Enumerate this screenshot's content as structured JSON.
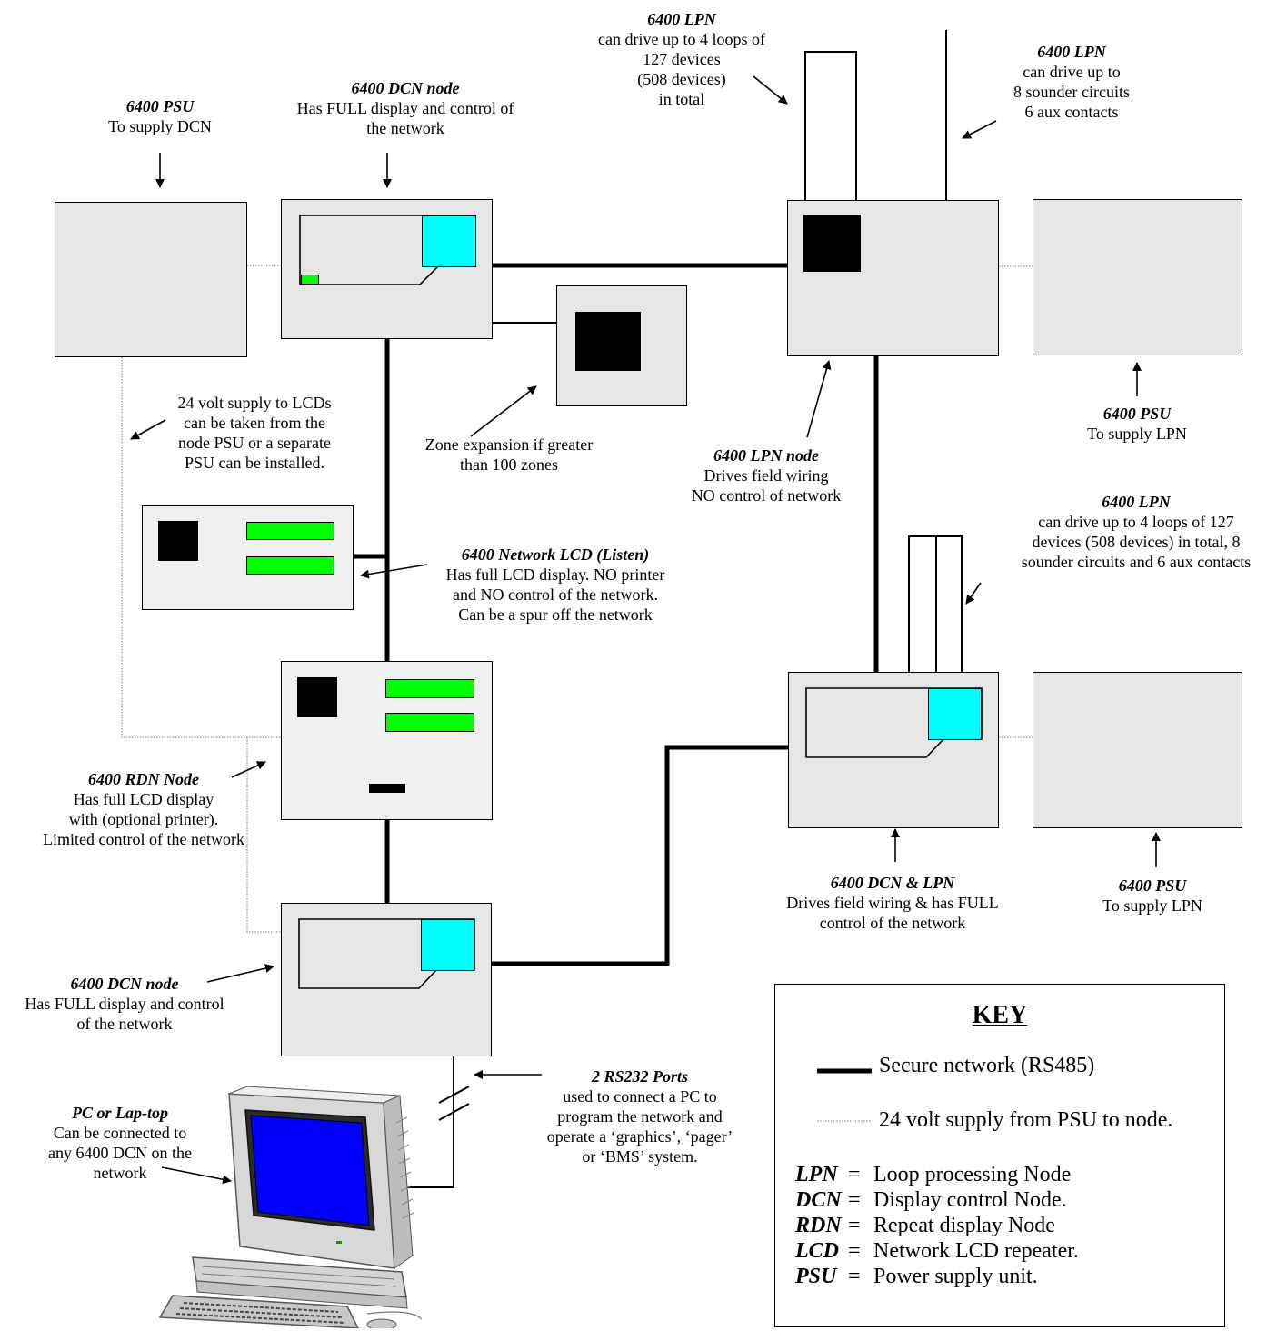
{
  "labels": {
    "psu_dcn": {
      "title": "6400 PSU",
      "desc": [
        "To supply DCN"
      ]
    },
    "dcn_top": {
      "title": "6400 DCN node",
      "desc": [
        "Has FULL display and control of",
        "the network"
      ]
    },
    "lpn_loops": {
      "title": "6400 LPN",
      "desc": [
        "can drive up to 4 loops of",
        "127  devices",
        "(508 devices)",
        "in total"
      ]
    },
    "lpn_sounder": {
      "title": "6400 LPN",
      "desc": [
        "can drive up to",
        "8 sounder circuits",
        "6 aux contacts"
      ]
    },
    "lcd_supply": {
      "title": "",
      "desc": [
        "24 volt supply to LCDs",
        "can be taken from the",
        "node PSU or a separate",
        "PSU can be installed."
      ]
    },
    "zone_exp": {
      "title": "",
      "desc": [
        "Zone expansion if greater",
        "than 100 zones"
      ]
    },
    "lpn_node": {
      "title": "6400 LPN node",
      "desc": [
        "Drives field wiring",
        "NO control of network"
      ]
    },
    "psu_lpn_top": {
      "title": "6400 PSU",
      "desc": [
        "To supply LPN"
      ]
    },
    "lpn_full": {
      "title": "6400 LPN",
      "desc": [
        "can drive up to 4 loops of 127",
        "devices (508 devices)  in total, 8",
        "sounder circuits and 6 aux contacts"
      ]
    },
    "net_lcd": {
      "title": "6400 Network LCD (Listen)",
      "desc": [
        "Has full LCD display. NO printer",
        "and NO control of the network.",
        "Can be a spur off the network"
      ]
    },
    "rdn_node": {
      "title": "6400 RDN Node",
      "desc": [
        "Has full LCD display",
        "with (optional printer).",
        "Limited control of the network"
      ]
    },
    "dcn_lpn": {
      "title": "6400 DCN & LPN",
      "desc": [
        "Drives field wiring & has FULL",
        "control of the network"
      ]
    },
    "psu_lpn_bottom": {
      "title": "6400 PSU",
      "desc": [
        "To supply LPN"
      ]
    },
    "dcn_bottom": {
      "title": "6400 DCN node",
      "desc": [
        "Has FULL display and control",
        "of the network"
      ]
    },
    "rs232": {
      "title": "2 RS232 Ports",
      "desc": [
        "used to connect a PC to",
        "program the network and",
        "operate a ‘graphics’, ‘pager’",
        "or ‘BMS’ system."
      ]
    },
    "pc": {
      "title": "PC or Lap-top",
      "desc": [
        "Can be connected to",
        "any 6400 DCN on the",
        "network"
      ]
    }
  },
  "key": {
    "title": "KEY",
    "secure": "Secure network (RS485)",
    "supply": "24 volt supply from PSU to node.",
    "abbreviations": [
      {
        "abbr": "LPN",
        "eq": "=",
        "meaning": "Loop processing Node"
      },
      {
        "abbr": "DCN",
        "eq": "=",
        "meaning": "Display control Node."
      },
      {
        "abbr": "RDN",
        "eq": "=",
        "meaning": "Repeat display Node"
      },
      {
        "abbr": "LCD",
        "eq": "=",
        "meaning": "Network LCD repeater."
      },
      {
        "abbr": "PSU",
        "eq": "=",
        "meaning": "Power supply unit."
      }
    ]
  }
}
